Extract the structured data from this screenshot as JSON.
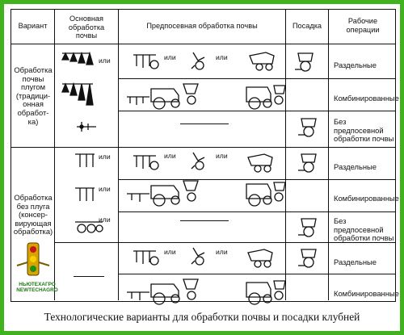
{
  "header": {
    "variant": "Вариант",
    "primary": "Основная обработка почвы",
    "presowing": "Предпосевная обработка почвы",
    "planting": "Посадка",
    "operations": "Рабочие операции"
  },
  "groups": [
    {
      "label": "Обработка почвы плугом (традици-онная обработ-ка)"
    },
    {
      "label": "Обработка без плуга (консер-вирующая обработка)"
    }
  ],
  "rows": [
    {
      "operation": "Раздельные"
    },
    {
      "operation": "Комбинированные"
    },
    {
      "operation": "Без предпосевной обработки почвы"
    },
    {
      "operation": "Раздельные"
    },
    {
      "operation": "Комбинированные"
    },
    {
      "operation": "Без предпосевной обработки почвы"
    },
    {
      "operation": "Раздельные"
    },
    {
      "operation": "Комбинированные"
    }
  ],
  "connector": "или",
  "logo": {
    "line1": "НЬЮТЕХАГРО",
    "line2": "NEWTECHAGRO"
  },
  "caption": "Технологические варианты для обработки почвы и посадки клубней",
  "colors": {
    "frame": "#3fb21e",
    "ink": "#111111",
    "paper": "#ffffff"
  }
}
